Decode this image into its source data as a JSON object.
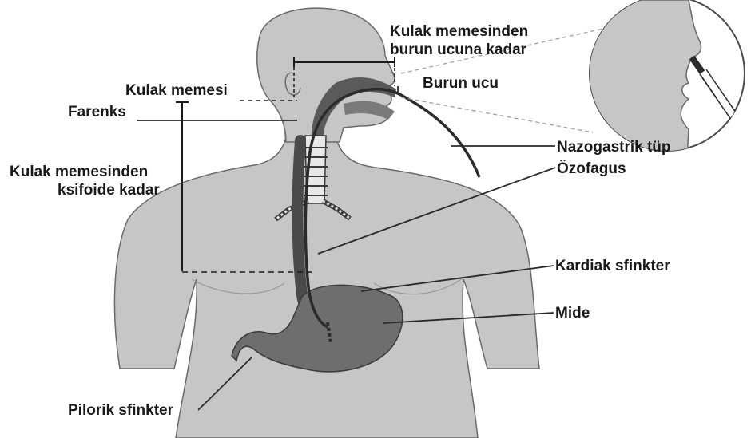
{
  "labels": {
    "earlobe_to_nose_line1": "Kulak memesinden",
    "earlobe_to_nose_line2": "burun ucuna kadar",
    "earlobe": "Kulak memesi",
    "nose_tip": "Burun ucu",
    "pharynx": "Farenks",
    "earlobe_to_xiphoid_line1": "Kulak memesinden",
    "earlobe_to_xiphoid_line2": "ksifoide kadar",
    "ng_tube": "Nazogastrik tüp",
    "esophagus": "Özofagus",
    "cardiac_sphincter": "Kardiak sfinkter",
    "stomach": "Mide",
    "pyloric_sphincter": "Pilorik sfinkter"
  },
  "colors": {
    "skin": "#c6c6c6",
    "skin_outline": "#6a6a6a",
    "organ": "#6e6e6e",
    "tube": "#2b2b2b",
    "text": "#1a1a1a"
  }
}
